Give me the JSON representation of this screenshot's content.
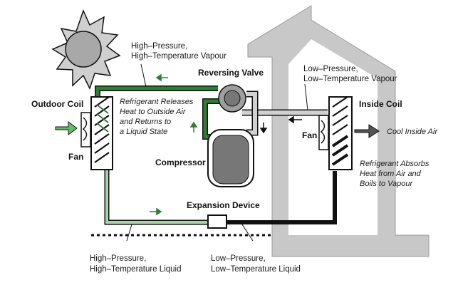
{
  "labels": {
    "hp_vapour_1": "High–Pressure,",
    "hp_vapour_2": "High–Temperature Vapour",
    "reversing_valve": "Reversing Valve",
    "lp_vapour_1": "Low–Pressure,",
    "lp_vapour_2": "Low–Temperature Vapour",
    "outdoor_coil": "Outdoor Coil",
    "inside_coil": "Inside Coil",
    "fan_outdoor": "Fan",
    "fan_inside": "Fan",
    "releases_1": "Refrigerant Releases",
    "releases_2": "Heat to Outside Air",
    "releases_3": "and Returns to",
    "releases_4": "a Liquid State",
    "compressor": "Compressor",
    "cool_air": "Cool Inside Air",
    "absorbs_1": "Refrigerant Absorbs",
    "absorbs_2": "Heat from Air and",
    "absorbs_3": "Boils to Vapour",
    "expansion": "Expansion Device",
    "hp_liquid_1": "High–Pressure,",
    "hp_liquid_2": "High–Temperature Liquid",
    "lp_liquid_1": "Low–Pressure,",
    "lp_liquid_2": "Low–Temperature Liquid"
  },
  "colors": {
    "dark_green": "#2e7d32",
    "light_green": "#a5d6a7",
    "house_gray": "#c8c8c8",
    "black_line": "#111111"
  },
  "icons": [
    "sun-icon",
    "fan-icon",
    "arrow-icon"
  ]
}
